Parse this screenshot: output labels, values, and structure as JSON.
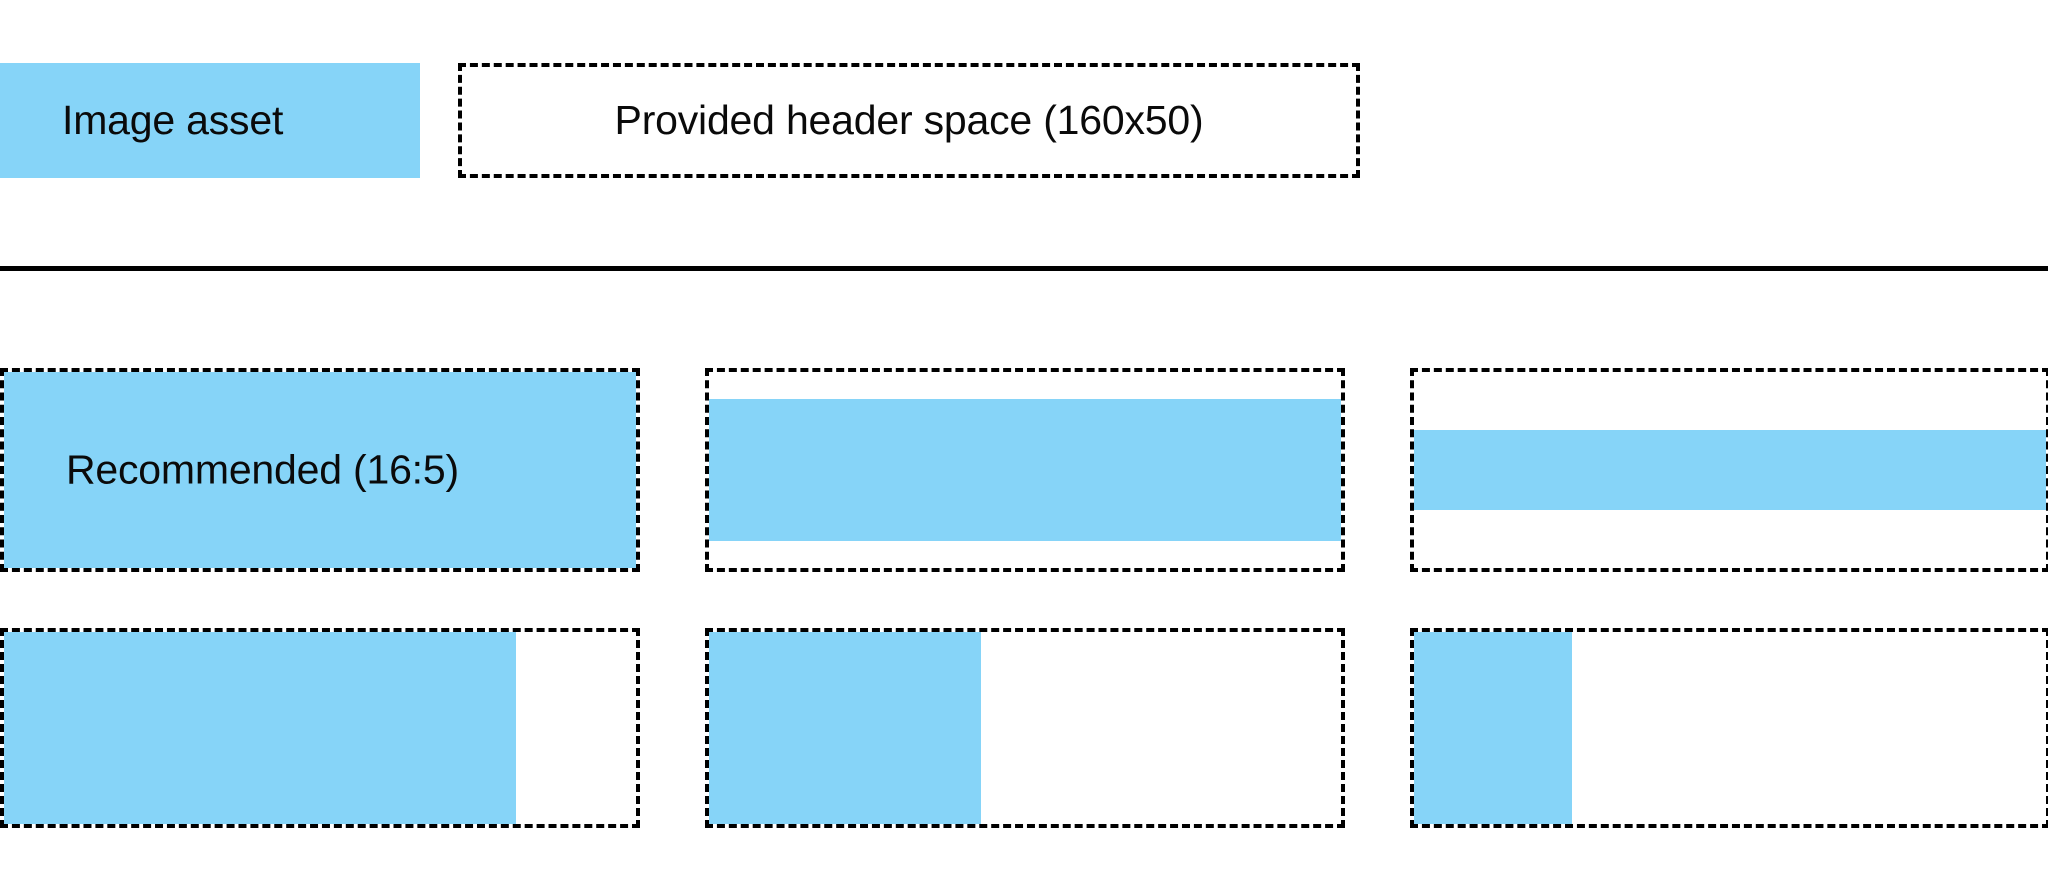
{
  "page": {
    "background_color": "#ffffff",
    "accent_color": "#86d4f8",
    "outline_color": "#000000",
    "text_color": "#0a0a0a"
  },
  "header": {
    "image_asset_label": "Image asset",
    "provided_space_label": "Provided header space (160x50)"
  },
  "specimens": {
    "recommended_caption": "Recommended (16:5)",
    "row_1": [
      {
        "name": "recommended-16-5",
        "fill_width_pct": 100,
        "fill_height_pct": 100,
        "fill_align_x": "left",
        "fill_align_y": "center",
        "caption": "Recommended (16:5)"
      },
      {
        "name": "wide-inset-vertical",
        "fill_width_pct": 100,
        "fill_height_pct": 72,
        "fill_align_x": "left",
        "fill_align_y": "center",
        "caption": ""
      },
      {
        "name": "wide-thin-strip",
        "fill_width_pct": 100,
        "fill_height_pct": 41,
        "fill_align_x": "left",
        "fill_align_y": "center",
        "caption": ""
      }
    ],
    "row_2": [
      {
        "name": "left-aligned-wide",
        "fill_width_pct": 81,
        "fill_height_pct": 100,
        "fill_align_x": "left",
        "fill_align_y": "center",
        "caption": ""
      },
      {
        "name": "left-aligned-medium",
        "fill_width_pct": 43,
        "fill_height_pct": 100,
        "fill_align_x": "left",
        "fill_align_y": "center",
        "caption": ""
      },
      {
        "name": "left-aligned-narrow",
        "fill_width_pct": 25,
        "fill_height_pct": 100,
        "fill_align_x": "left",
        "fill_align_y": "center",
        "caption": ""
      }
    ]
  }
}
